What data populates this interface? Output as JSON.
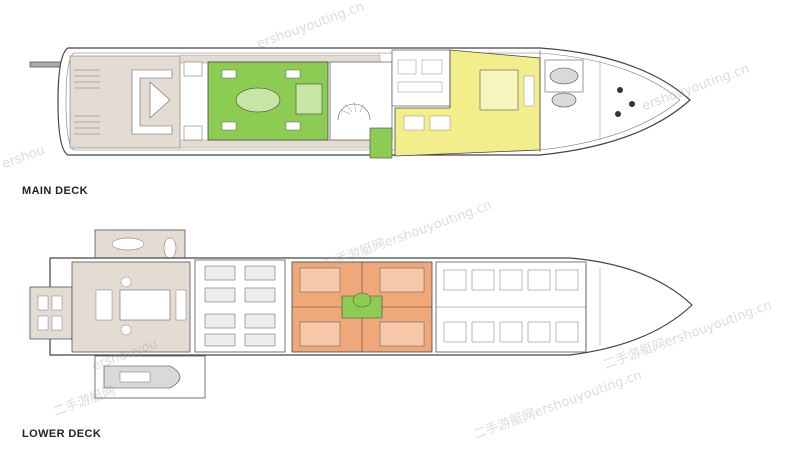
{
  "labels": {
    "main_deck": "MAIN DECK",
    "lower_deck": "LOWER DECK"
  },
  "watermarks": [
    "ershouyouting.cn",
    "ershouyouting.cn",
    "ershou",
    "二手游艇网ershouyouting.cn",
    "ershouyou",
    "二手游艇网",
    "二手游艇网ershouyouting.cn",
    "二手游艇网ershouyouting.cn"
  ],
  "colors": {
    "salon_dining": "#8dcc52",
    "owner_suite": "#f2ee8c",
    "guest_cabins": "#f0a87a",
    "guest_lobby": "#8dcc52",
    "outline": "#555555",
    "deck_teak": "#e4dbd2"
  }
}
